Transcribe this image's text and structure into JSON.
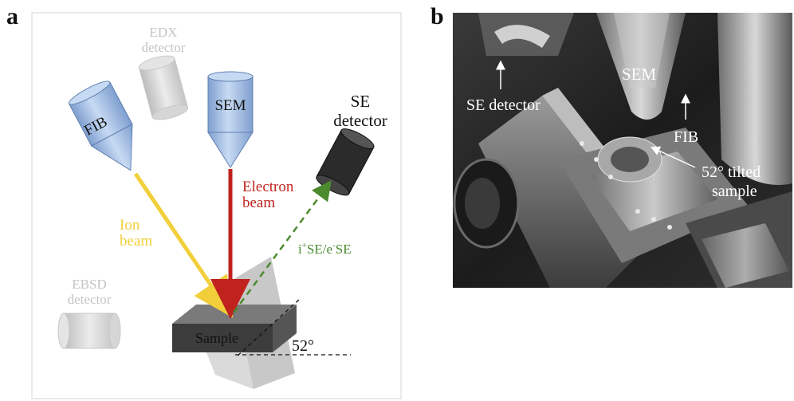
{
  "panel_a": {
    "letter": "a",
    "edx": {
      "line1": "EDX",
      "line2": "detector"
    },
    "fib": "FIB",
    "sem": "SEM",
    "se_detector": {
      "line1": "SE",
      "line2": "detector"
    },
    "electron_beam": {
      "line1": "Electron",
      "line2": "beam"
    },
    "ion_beam": {
      "line1": "Ion",
      "line2": "beam"
    },
    "se_signal": {
      "i": "i",
      "plus": "+",
      "se1": "SE/e",
      "minus": "-",
      "se2": "SE"
    },
    "ebsd": {
      "line1": "EBSD",
      "line2": "detector"
    },
    "sample": "Sample",
    "angle": "52°"
  },
  "panel_b": {
    "letter": "b",
    "sem": "SEM",
    "se_detector": "SE detector",
    "fib": "FIB",
    "tilted": {
      "line1": "52° tilted",
      "line2": "sample"
    }
  },
  "colors": {
    "fib_blue": "#a9c3e6",
    "electron_red": "#c0231d",
    "ion_yellow": "#f2cf3a",
    "se_green": "#4b8a2e",
    "ghost_grey": "#cfcfcf"
  }
}
